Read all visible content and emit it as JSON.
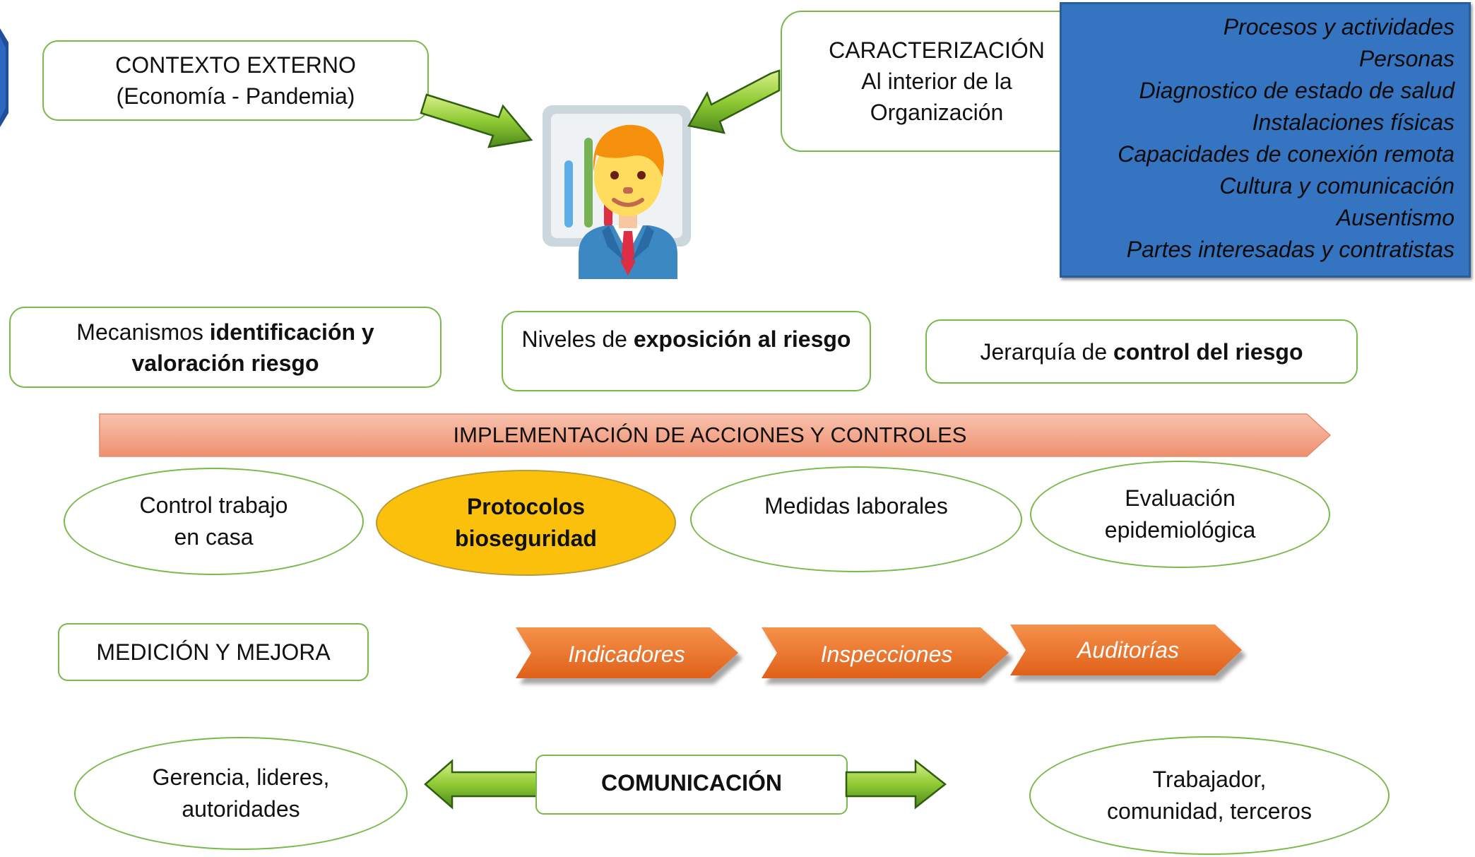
{
  "top": {
    "external_context": {
      "line1": "CONTEXTO EXTERNO",
      "line2": "(Economía - Pandemia)"
    },
    "characterization": {
      "line1": "CARACTERIZACIÓN",
      "line2": "Al interior de la",
      "line3": "Organización"
    },
    "characterization_items": [
      "Procesos  y actividades",
      "Personas",
      "Diagnostico de estado de salud",
      "Instalaciones físicas",
      "Capacidades de conexión remota",
      "Cultura y comunicación",
      "Ausentismo",
      "Partes interesadas y contratistas"
    ]
  },
  "risk": {
    "identification": {
      "prefix": "Mecanismos ",
      "bold1": "identificación y",
      "bold2": "valoración riesgo"
    },
    "exposure": {
      "prefix": "Niveles de ",
      "bold": "exposición al riesgo"
    },
    "hierarchy": {
      "prefix": "Jerarquía de ",
      "bold": "control del riesgo"
    }
  },
  "implementation": {
    "banner": "IMPLEMENTACIÓN DE ACCIONES Y CONTROLES",
    "items": [
      {
        "line1": "Control trabajo",
        "line2": "en casa"
      },
      {
        "line1": "Protocolos",
        "line2": "bioseguridad"
      },
      {
        "line1": "Medidas laborales",
        "line2": ""
      },
      {
        "line1": "Evaluación",
        "line2": "epidemiológica"
      }
    ]
  },
  "measurement": {
    "title": "MEDICIÓN Y MEJORA",
    "steps": [
      "Indicadores",
      "Inspecciones",
      "Auditorías"
    ]
  },
  "communication": {
    "title": "COMUNICACIÓN",
    "left": {
      "line1": "Gerencia, lideres,",
      "line2": "autoridades"
    },
    "right": {
      "line1": "Trabajador,",
      "line2": "comunidad, terceros"
    }
  },
  "colors": {
    "green_border": "#77b94a",
    "blue_panel": "#3574c1",
    "gold_oval": "#fbc00c",
    "orange_chevron": "#ec7026",
    "salmon_band": "#f3a385",
    "left_edge_blue": "#1f4f9a"
  },
  "icons": [
    "analyst-person-icon"
  ]
}
